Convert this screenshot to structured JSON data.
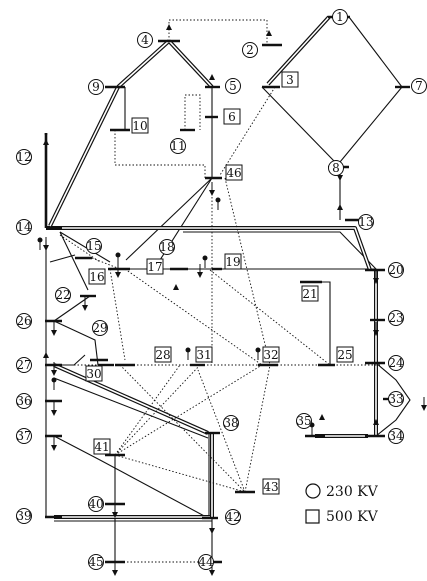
{
  "legend": {
    "circle_label": "230 KV",
    "square_label": "500 KV"
  },
  "buses": [
    {
      "id": "1",
      "shape": "circle"
    },
    {
      "id": "2",
      "shape": "circle"
    },
    {
      "id": "3",
      "shape": "square"
    },
    {
      "id": "4",
      "shape": "circle"
    },
    {
      "id": "5",
      "shape": "circle"
    },
    {
      "id": "6",
      "shape": "square"
    },
    {
      "id": "7",
      "shape": "circle"
    },
    {
      "id": "8",
      "shape": "circle"
    },
    {
      "id": "9",
      "shape": "circle"
    },
    {
      "id": "10",
      "shape": "square"
    },
    {
      "id": "11",
      "shape": "circle"
    },
    {
      "id": "12",
      "shape": "circle"
    },
    {
      "id": "13",
      "shape": "circle"
    },
    {
      "id": "14",
      "shape": "circle"
    },
    {
      "id": "15",
      "shape": "circle"
    },
    {
      "id": "16",
      "shape": "square"
    },
    {
      "id": "17",
      "shape": "square"
    },
    {
      "id": "18",
      "shape": "circle"
    },
    {
      "id": "19",
      "shape": "square"
    },
    {
      "id": "20",
      "shape": "circle"
    },
    {
      "id": "21",
      "shape": "square"
    },
    {
      "id": "22",
      "shape": "circle"
    },
    {
      "id": "23",
      "shape": "circle"
    },
    {
      "id": "24",
      "shape": "circle"
    },
    {
      "id": "25",
      "shape": "square"
    },
    {
      "id": "26",
      "shape": "circle"
    },
    {
      "id": "27",
      "shape": "circle"
    },
    {
      "id": "28",
      "shape": "square"
    },
    {
      "id": "29",
      "shape": "circle"
    },
    {
      "id": "30",
      "shape": "square"
    },
    {
      "id": "31",
      "shape": "square"
    },
    {
      "id": "32",
      "shape": "square"
    },
    {
      "id": "33",
      "shape": "circle"
    },
    {
      "id": "34",
      "shape": "circle"
    },
    {
      "id": "35",
      "shape": "circle"
    },
    {
      "id": "36",
      "shape": "circle"
    },
    {
      "id": "37",
      "shape": "circle"
    },
    {
      "id": "38",
      "shape": "circle"
    },
    {
      "id": "39",
      "shape": "circle"
    },
    {
      "id": "40",
      "shape": "circle"
    },
    {
      "id": "41",
      "shape": "square"
    },
    {
      "id": "42",
      "shape": "circle"
    },
    {
      "id": "43",
      "shape": "square"
    },
    {
      "id": "44",
      "shape": "circle"
    },
    {
      "id": "45",
      "shape": "circle"
    },
    {
      "id": "46",
      "shape": "square"
    }
  ]
}
